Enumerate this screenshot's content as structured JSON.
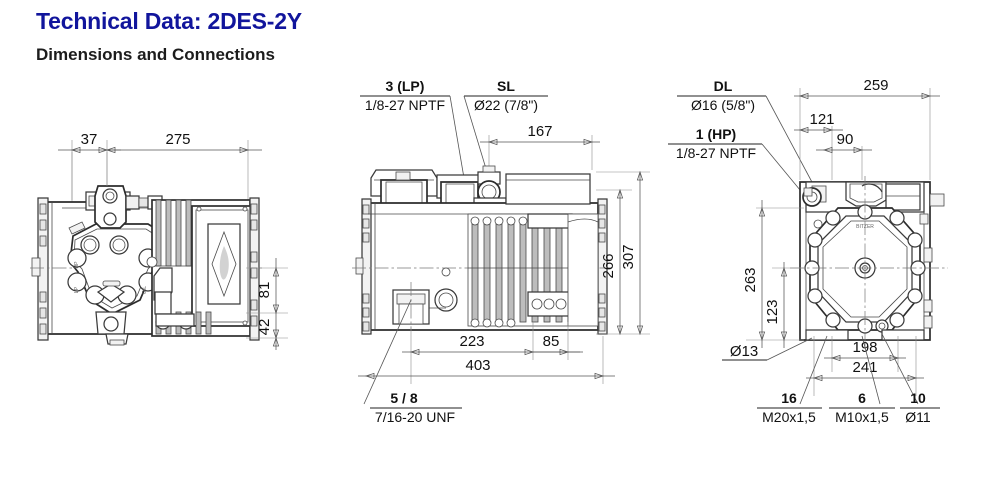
{
  "header": {
    "title": "Technical Data: 2DES-2Y",
    "subtitle": "Dimensions and Connections",
    "title_color": "#11159c",
    "subtitle_color": "#1c1c1c"
  },
  "views": {
    "left": {
      "name": "side-view",
      "dimensions": {
        "top_1": "37",
        "top_2": "275",
        "right_1": "81",
        "right_2": "42"
      }
    },
    "middle": {
      "name": "front-view",
      "callouts": {
        "lp_title": "3 (LP)",
        "lp_sub": "1/8-27 NPTF",
        "sl_title": "SL",
        "sl_sub": "Ø22 (7/8\")",
        "oil_title": "5 / 8",
        "oil_sub": "7/16-20 UNF"
      },
      "dimensions": {
        "top_1": "167",
        "right_1": "266",
        "right_2": "307",
        "bottom_1": "223",
        "bottom_2": "85",
        "bottom_3": "403"
      }
    },
    "right": {
      "name": "end-view",
      "callouts": {
        "dl_title": "DL",
        "dl_sub": "Ø16 (5/8\")",
        "hp_title": "1 (HP)",
        "hp_sub": "1/8-27 NPTF",
        "mount_16_title": "16",
        "mount_16_sub": "M20x1,5",
        "mount_6_title": "6",
        "mount_6_sub": "M10x1,5",
        "mount_10_title": "10",
        "mount_10_sub": "Ø11"
      },
      "dimensions": {
        "top_1": "259",
        "top_2": "121",
        "top_3": "90",
        "left_1": "263",
        "left_2": "123",
        "hole_dia": "Ø13",
        "bottom_1": "198",
        "bottom_2": "241"
      }
    }
  }
}
